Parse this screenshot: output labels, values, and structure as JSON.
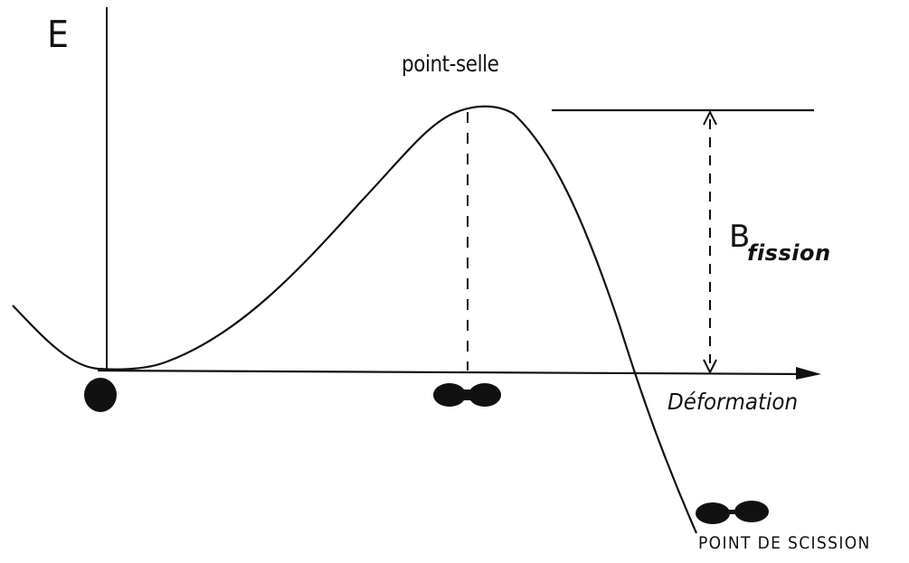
{
  "diagram": {
    "y_axis_label": "E",
    "x_axis_label": "Déformation",
    "saddle_point_label": "point-selle",
    "barrier_label_main": "B",
    "barrier_label_sub": "fission",
    "scission_label": "POINT DE SCISSION"
  },
  "colors": {
    "ink": "#111111",
    "background": "#ffffff"
  }
}
